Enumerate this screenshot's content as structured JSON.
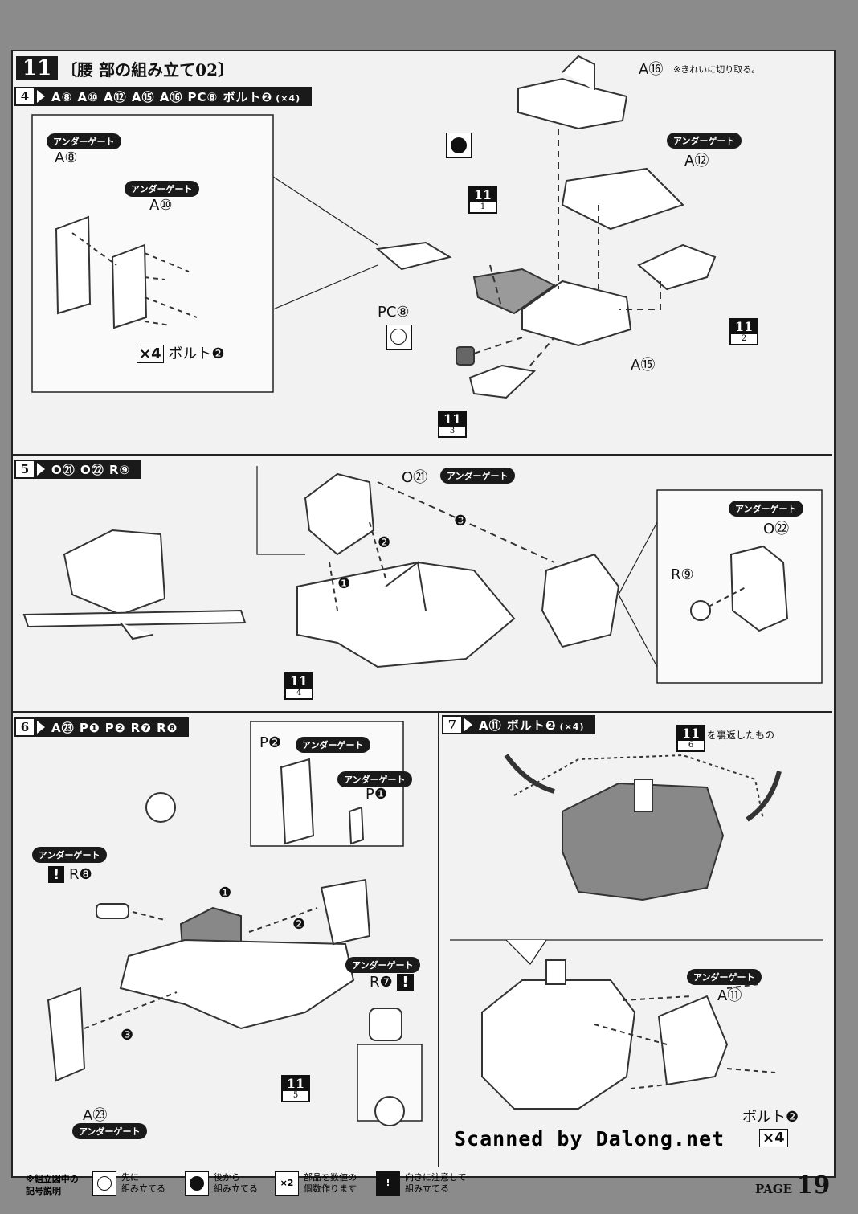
{
  "header": {
    "number": "11",
    "title": "〔腰 部の組み立て02〕"
  },
  "steps": [
    {
      "num": "4",
      "parts": "A⑧ A⑩ A⑫ A⑮ A⑯ PC⑧ ボルト❷",
      "count": "(×4)"
    },
    {
      "num": "5",
      "parts": "O㉑ O㉒ R⑨",
      "count": ""
    },
    {
      "num": "6",
      "parts": "A㉓ P❶ P❷ R❼ R❽",
      "count": ""
    },
    {
      "num": "7",
      "parts": "A⑪ ボルト❷",
      "count": "(×4)"
    }
  ],
  "under_gate": "アンダーゲート",
  "labels": {
    "a8": "A⑧",
    "a10": "A⑩",
    "a12": "A⑫",
    "a15": "A⑮",
    "a16": "A⑯",
    "a16_note": "※きれいに切り取る。",
    "pc8": "PC⑧",
    "bolt_x4_mult": "×4",
    "bolt": "ボルト❷",
    "o21": "O㉑",
    "o22": "O㉒",
    "r9": "R⑨",
    "p2": "P❷",
    "p1": "P❶",
    "r8": "R❽",
    "r7": "R❼",
    "a23": "A㉓",
    "a11": "A⑪",
    "flip_note": "を裏返したもの",
    "bolt2": "ボルト❷",
    "x4": "×4",
    "excl": "!"
  },
  "badges": [
    {
      "top": "11",
      "bottom": "1"
    },
    {
      "top": "11",
      "bottom": "2"
    },
    {
      "top": "11",
      "bottom": "3"
    },
    {
      "top": "11",
      "bottom": "4"
    },
    {
      "top": "11",
      "bottom": "5"
    },
    {
      "top": "11",
      "bottom": "6"
    }
  ],
  "seq": [
    "❶",
    "❷",
    "❸"
  ],
  "scan_credit": "Scanned by Dalong.net",
  "legend": {
    "title_1": "※組立図中の",
    "title_2": "記号説明",
    "items": [
      {
        "icon": "assemble-first-icon",
        "line1": "先に",
        "line2": "組み立てる"
      },
      {
        "icon": "assemble-later-icon",
        "line1": "後から",
        "line2": "組み立てる"
      },
      {
        "icon": "x2-icon",
        "sym": "×2",
        "line1": "部品を数値の",
        "line2": "個数作ります"
      },
      {
        "icon": "caution-icon",
        "sym": "!",
        "line1": "向きに注意して",
        "line2": "組み立てる"
      }
    ]
  },
  "page": {
    "label": "PAGE",
    "number": "19"
  }
}
